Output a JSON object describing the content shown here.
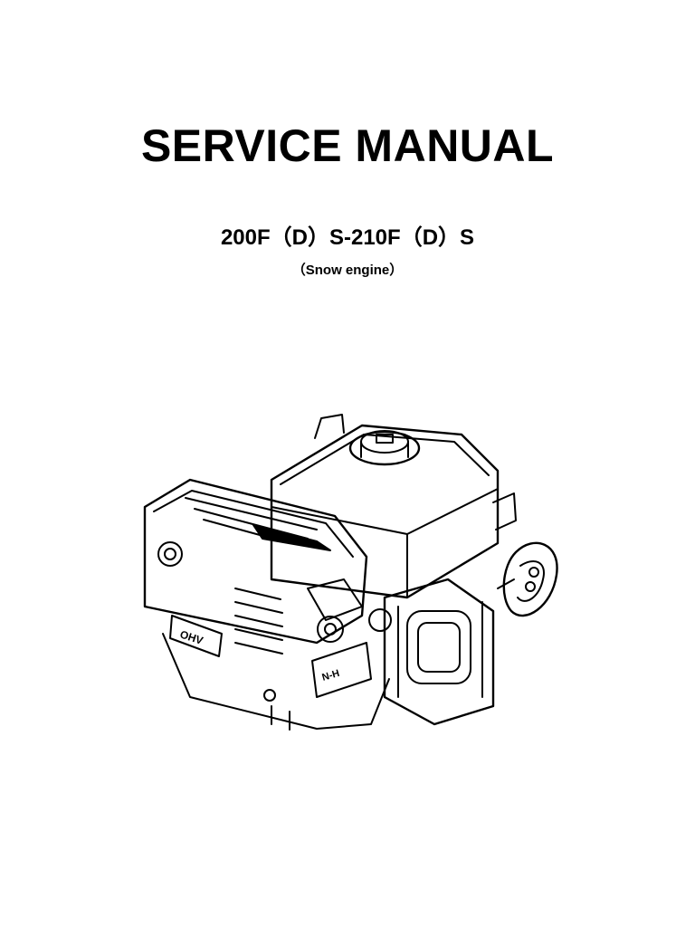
{
  "document": {
    "title": "SERVICE MANUAL",
    "models": "200F（D）S-210F（D）S",
    "subtitle": "（Snow engine）"
  },
  "illustration": {
    "subject": "engine-line-drawing",
    "markings": [
      "OHV",
      "N-H"
    ]
  }
}
